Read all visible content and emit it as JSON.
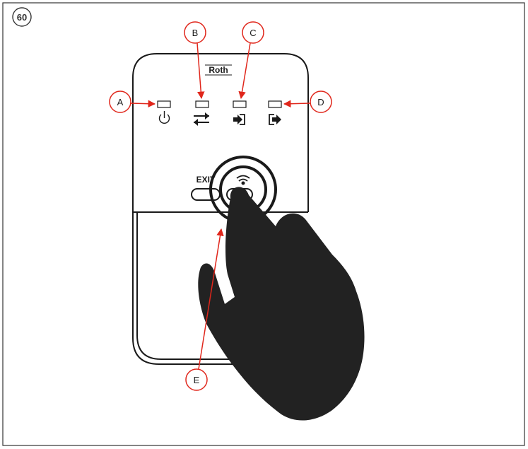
{
  "figure_number": "60",
  "device": {
    "brand": "Roth",
    "exit_label": "EXIT"
  },
  "callouts": {
    "a": "A",
    "b": "B",
    "c": "C",
    "d": "D",
    "e": "E"
  },
  "colors": {
    "callout_red": "#e0261b",
    "ink": "#1a1a1a",
    "hand": "#222222",
    "frame": "#333333"
  },
  "icons": {
    "a": "power-icon",
    "b": "swap-arrows-icon",
    "c": "sign-in-icon",
    "d": "sign-out-icon",
    "e": "wireless-icon"
  }
}
